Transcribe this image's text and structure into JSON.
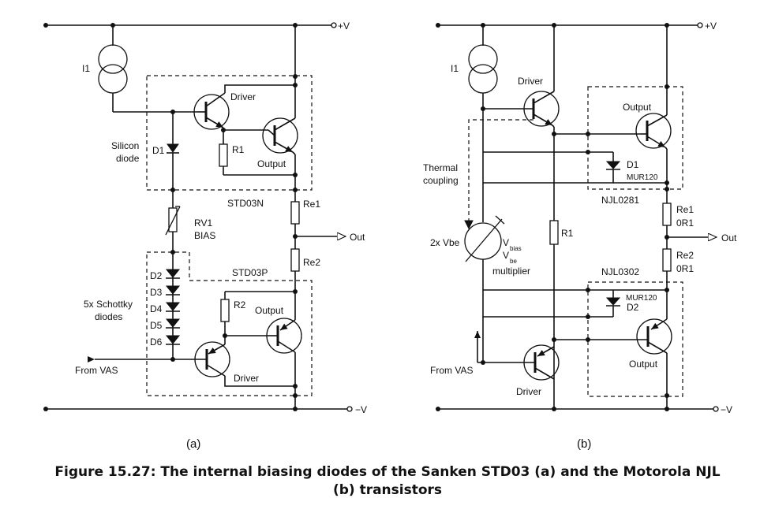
{
  "labels": {
    "a": {
      "i1": "I1",
      "pos_rail": "+V",
      "neg_rail": "−V",
      "driver_top": "Driver",
      "r1": "R1",
      "output_top": "Output",
      "silicon_diode_1": "Silicon",
      "silicon_diode_2": "diode",
      "d1": "D1",
      "std03n": "STD03N",
      "re1": "Re1",
      "rv1": "RV1",
      "bias": "BIAS",
      "out": "Out",
      "re2": "Re2",
      "std03p": "STD03P",
      "d2": "D2",
      "d3": "D3",
      "d4": "D4",
      "d5": "D5",
      "d6": "D6",
      "schottky_1": "5x Schottky",
      "schottky_2": "diodes",
      "r2": "R2",
      "output_bottom": "Output",
      "driver_bottom": "Driver",
      "from_vas": "From VAS",
      "panel": "(a)"
    },
    "b": {
      "i1": "I1",
      "pos_rail": "+V",
      "neg_rail": "−V",
      "driver_top": "Driver",
      "output_top": "Output",
      "thermal_1": "Thermal",
      "thermal_2": "coupling",
      "d1": "D1",
      "mur120_top": "MUR120",
      "njl0281": "NJL0281",
      "vbe2x": "2x Vbe",
      "vbias_v": "V",
      "vbias_sub": "bias",
      "vbe_v": "V",
      "vbe_sub": "be",
      "multiplier": "multiplier",
      "r1": "R1",
      "re1": "Re1",
      "re1_val": "0R1",
      "out": "Out",
      "re2": "Re2",
      "re2_val": "0R1",
      "njl0302": "NJL0302",
      "mur120_bottom": "MUR120",
      "d2": "D2",
      "output_bottom": "Output",
      "from_vas": "From VAS",
      "driver_bottom": "Driver",
      "panel": "(b)"
    }
  },
  "caption": {
    "line1": "Figure 15.27: The internal biasing diodes of the Sanken STD03 (a) and the Motorola NJL",
    "line2": "(b) transistors"
  }
}
